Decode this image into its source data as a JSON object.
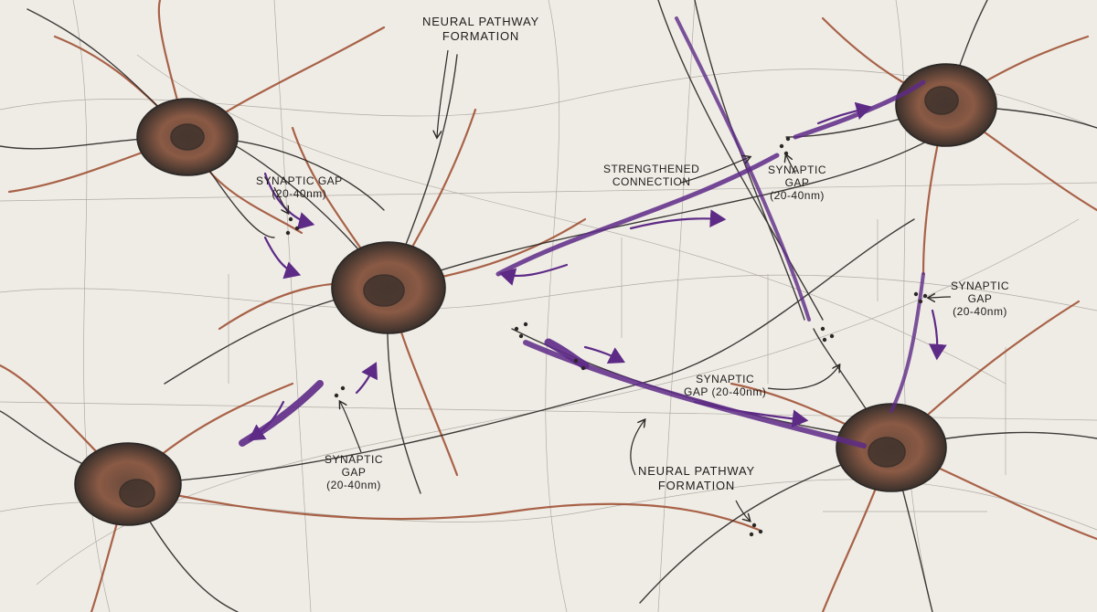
{
  "labels": {
    "pathway_top": [
      "NEURAL PATHWAY",
      "FORMATION"
    ],
    "pathway_bottom": [
      "NEURAL PATHWAY",
      "FORMATION"
    ],
    "strengthened": [
      "STRENGTHENED",
      "CONNECTION"
    ],
    "gap_left_top": [
      "SYNAPTIC GAP",
      "(20-40nm)"
    ],
    "gap_upper_right": [
      "SYNAPTIC",
      "GAP",
      "(20-40nm)"
    ],
    "gap_far_right": [
      "SYNAPTIC",
      "GAP",
      "(20-40nm)"
    ],
    "gap_center_right": [
      "SYNAPTIC",
      "GAP (20-40nm)"
    ],
    "gap_bottom_left": [
      "SYNAPTIC",
      "GAP",
      "(20-40nm)"
    ]
  },
  "colors": {
    "paper": "#efece6",
    "graphite": "#2a2725",
    "rust": "#9c4a2c",
    "purple": "#5d2a86"
  }
}
